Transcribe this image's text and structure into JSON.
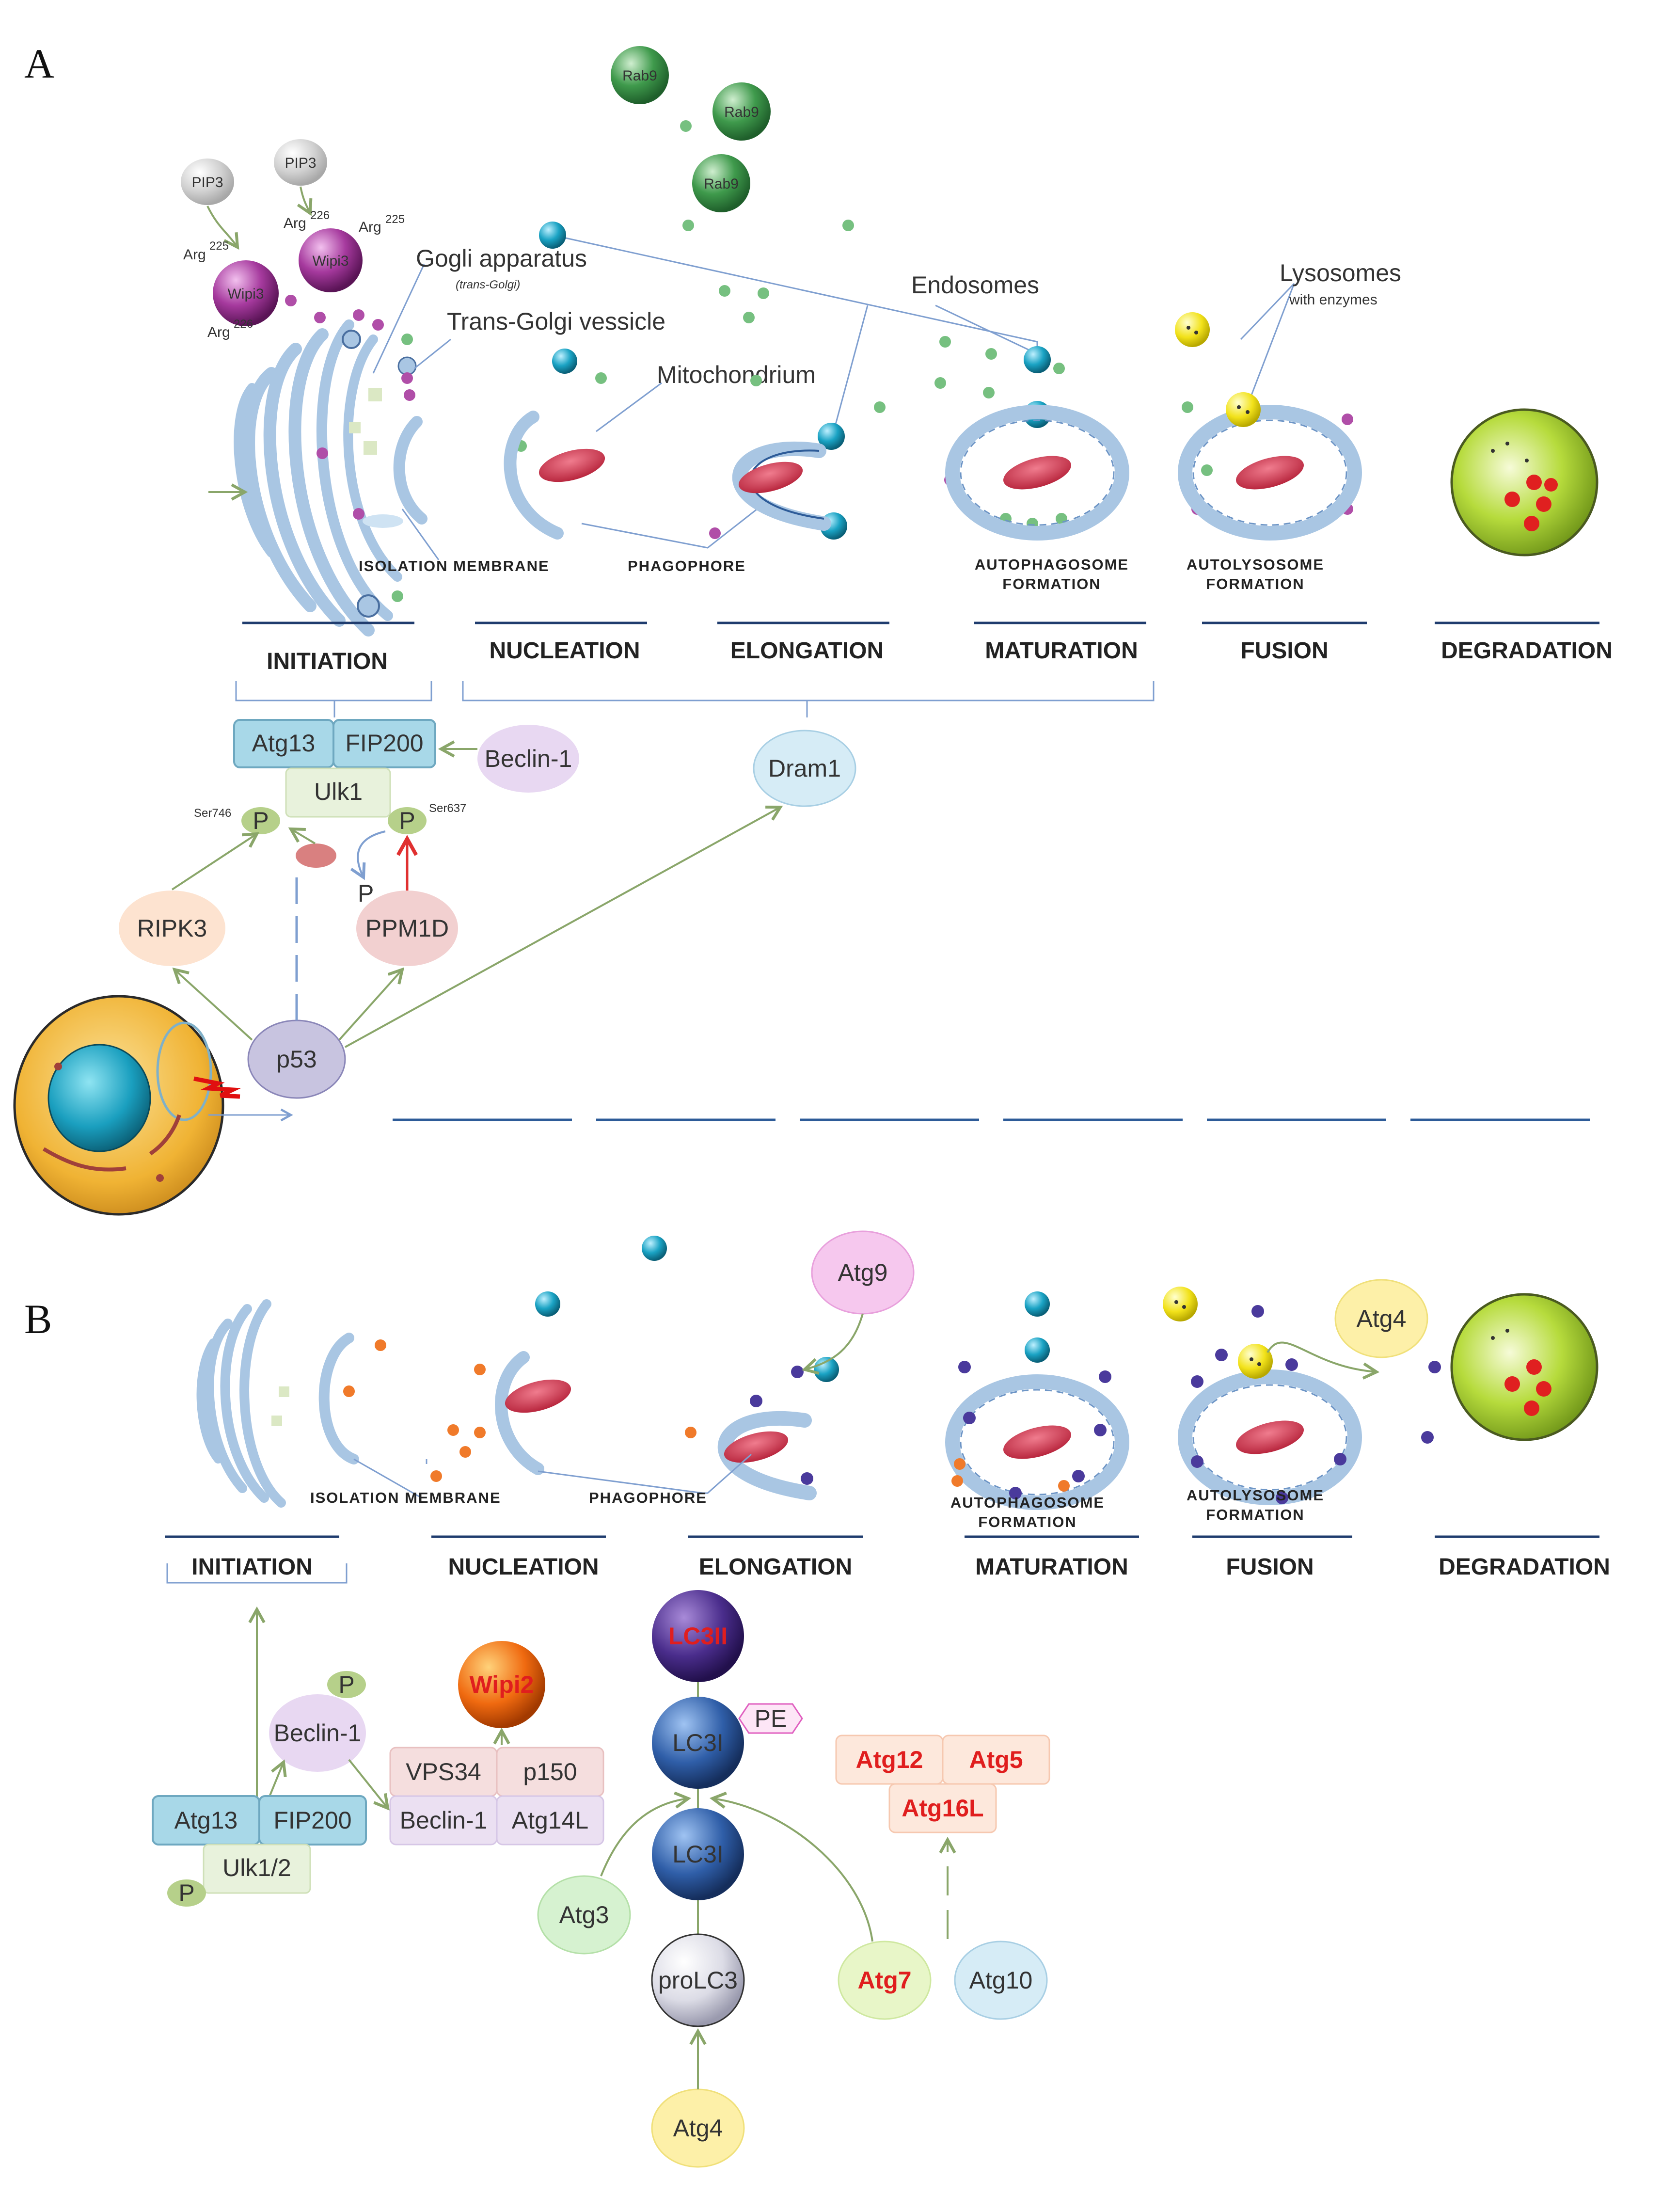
{
  "panels": {
    "a": "A",
    "b": "B"
  },
  "panel_a": {
    "stages": [
      "INITIATION",
      "NUCLEATION",
      "ELONGATION",
      "MATURATION",
      "FUSION",
      "DEGRADATION"
    ],
    "structures": {
      "isolation_membrane": "ISOLATION MEMBRANE",
      "phagophore": "PHAGOPHORE",
      "autophagosome_1": "AUTOPHAGOSOME",
      "autophagosome_2": "FORMATION",
      "autolysosome_1": "AUTOLYSOSOME",
      "autolysosome_2": "FORMATION"
    },
    "annotations": {
      "golgi": "Gogli apparatus",
      "golgi_sub": "(trans-Golgi)",
      "trans_golgi": "Trans-Golgi vessicle",
      "mitochondrium": "Mitochondrium",
      "endosomes": "Endosomes",
      "lysosomes": "Lysosomes",
      "lysosomes_sub": "with enzymes"
    },
    "molecules": {
      "pip3_a": "PIP3",
      "pip3_b": "PIP3",
      "wipi3_a": "Wipi3",
      "wipi3_b": "Wipi3",
      "arg_a1": "Arg",
      "arg_a1_sup": "225",
      "arg_a2": "Arg",
      "arg_a2_sup": "226",
      "arg_b1": "Arg",
      "arg_b1_sup": "226",
      "arg_b2": "Arg",
      "arg_b2_sup": "225",
      "rab9_1": "Rab9",
      "rab9_2": "Rab9",
      "rab9_3": "Rab9",
      "atg13": "Atg13",
      "fip200": "FIP200",
      "beclin1": "Beclin-1",
      "ulk1": "Ulk1",
      "p_left": "P",
      "p_right": "P",
      "ser746": "Ser746",
      "ser637": "Ser637",
      "p_free": "P",
      "ripk3": "RIPK3",
      "ppm1d": "PPM1D",
      "p53": "p53",
      "dram1": "Dram1"
    }
  },
  "panel_b": {
    "stages": [
      "INITIATION",
      "NUCLEATION",
      "ELONGATION",
      "MATURATION",
      "FUSION",
      "DEGRADATION"
    ],
    "structures": {
      "isolation_membrane": "ISOLATION MEMBRANE",
      "phagophore": "PHAGOPHORE",
      "autophagosome_1": "AUTOPHAGOSOME",
      "autophagosome_2": "FORMATION",
      "autolysosome_1": "AUTOLYSOSOME",
      "autolysosome_2": "FORMATION"
    },
    "molecules": {
      "atg9": "Atg9",
      "atg4_top": "Atg4",
      "p_beclin": "P",
      "beclin1": "Beclin-1",
      "wipi2": "Wipi2",
      "vps34": "VPS34",
      "p150": "p150",
      "beclin1_complex": "Beclin-1",
      "atg14l": "Atg14L",
      "atg13": "Atg13",
      "fip200": "FIP200",
      "ulk12": "Ulk1/2",
      "p_ulk": "P",
      "lc3ii": "LC3II",
      "pe": "PE",
      "lc3i_top": "LC3I",
      "lc3i_bottom": "LC3I",
      "prolc3": "proLC3",
      "atg3": "Atg3",
      "atg4_bottom": "Atg4",
      "atg12": "Atg12",
      "atg5": "Atg5",
      "atg16l": "Atg16L",
      "atg7": "Atg7",
      "atg10": "Atg10"
    }
  },
  "colors": {
    "stage_line": "#1f3c6e",
    "membrane": "#a9c6e3",
    "arrow_green": "#8aa66a",
    "arrow_red": "#e03030",
    "connector_blue": "#7f9fd0",
    "endosome": "#1a9fbf",
    "vesicle_green": "#76c080",
    "vesicle_purple": "#b04ea8",
    "mitochondrion": "#d0344c",
    "lysosome": "#f4e62a",
    "degradation": "#a8d02a",
    "cell": "#f2b93a"
  }
}
